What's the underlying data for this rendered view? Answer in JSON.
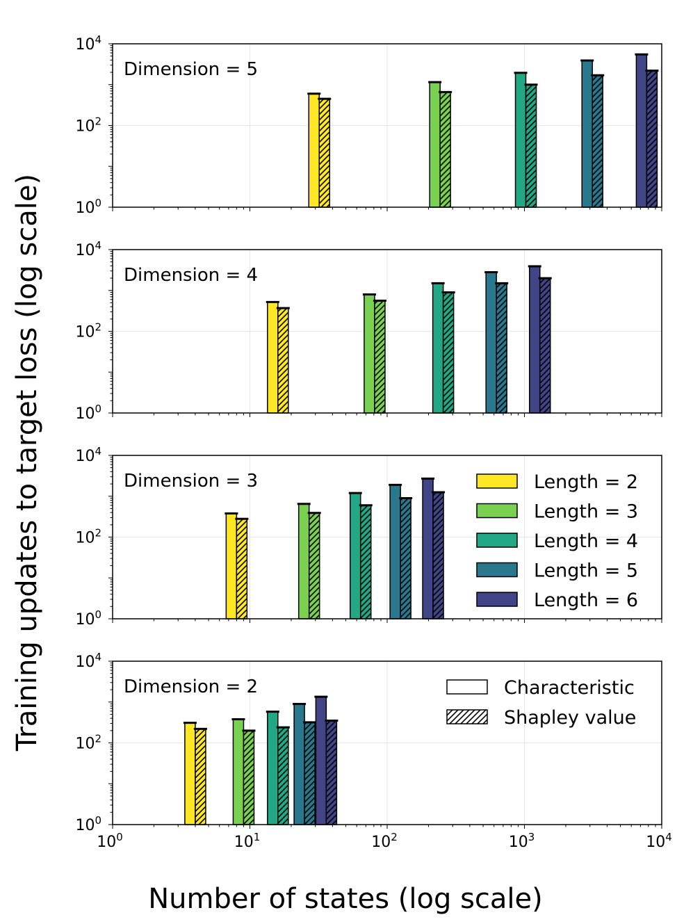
{
  "chart_data": {
    "type": "bar",
    "xlabel": "Number of states (log scale)",
    "ylabel": "Training updates to target loss (log scale)",
    "x_scale": "log",
    "y_scale": "log",
    "xlim": [
      1,
      10000
    ],
    "ylim": [
      1,
      10000
    ],
    "xticks": [
      {
        "base": "10",
        "exp": "0"
      },
      {
        "base": "10",
        "exp": "1"
      },
      {
        "base": "10",
        "exp": "2"
      },
      {
        "base": "10",
        "exp": "3"
      },
      {
        "base": "10",
        "exp": "4"
      }
    ],
    "yticks": [
      {
        "base": "10",
        "exp": "0"
      },
      {
        "base": "10",
        "exp": "2"
      },
      {
        "base": "10",
        "exp": "4"
      }
    ],
    "grid": true,
    "lengths": [
      {
        "label": "Length = 2",
        "length": 2,
        "color": "#fde725"
      },
      {
        "label": "Length = 3",
        "length": 3,
        "color": "#7ad151"
      },
      {
        "label": "Length = 4",
        "length": 4,
        "color": "#22a884"
      },
      {
        "label": "Length = 5",
        "length": 5,
        "color": "#2a788e"
      },
      {
        "label": "Length = 6",
        "length": 6,
        "color": "#414487"
      }
    ],
    "methods": [
      {
        "label": "Characteristic",
        "pattern": "solid"
      },
      {
        "label": "Shapley value",
        "pattern": "hatched"
      }
    ],
    "panels": [
      {
        "label": "Dimension = 5",
        "dimension": 5,
        "groups": [
          {
            "length": 2,
            "states": 32,
            "characteristic": 600,
            "shapley": 450
          },
          {
            "length": 3,
            "states": 243,
            "characteristic": 1150,
            "shapley": 660
          },
          {
            "length": 4,
            "states": 1024,
            "characteristic": 1950,
            "shapley": 1000
          },
          {
            "length": 5,
            "states": 3125,
            "characteristic": 3900,
            "shapley": 1700
          },
          {
            "length": 6,
            "states": 7776,
            "characteristic": 5500,
            "shapley": 2200
          }
        ]
      },
      {
        "label": "Dimension = 4",
        "dimension": 4,
        "groups": [
          {
            "length": 2,
            "states": 16,
            "characteristic": 520,
            "shapley": 370
          },
          {
            "length": 3,
            "states": 81,
            "characteristic": 800,
            "shapley": 560
          },
          {
            "length": 4,
            "states": 256,
            "characteristic": 1500,
            "shapley": 900
          },
          {
            "length": 5,
            "states": 625,
            "characteristic": 2800,
            "shapley": 1500
          },
          {
            "length": 6,
            "states": 1296,
            "characteristic": 3900,
            "shapley": 2000
          }
        ]
      },
      {
        "label": "Dimension = 3",
        "dimension": 3,
        "groups": [
          {
            "length": 2,
            "states": 8,
            "characteristic": 380,
            "shapley": 280
          },
          {
            "length": 3,
            "states": 27,
            "characteristic": 650,
            "shapley": 390
          },
          {
            "length": 4,
            "states": 64,
            "characteristic": 1200,
            "shapley": 600
          },
          {
            "length": 5,
            "states": 125,
            "characteristic": 1900,
            "shapley": 900
          },
          {
            "length": 6,
            "states": 216,
            "characteristic": 2700,
            "shapley": 1250
          }
        ]
      },
      {
        "label": "Dimension = 2",
        "dimension": 2,
        "groups": [
          {
            "length": 2,
            "states": 4,
            "characteristic": 310,
            "shapley": 220
          },
          {
            "length": 3,
            "states": 9,
            "characteristic": 380,
            "shapley": 200
          },
          {
            "length": 4,
            "states": 16,
            "characteristic": 580,
            "shapley": 240
          },
          {
            "length": 5,
            "states": 25,
            "characteristic": 900,
            "shapley": 320
          },
          {
            "length": 6,
            "states": 36,
            "characteristic": 1350,
            "shapley": 350
          }
        ]
      }
    ]
  }
}
